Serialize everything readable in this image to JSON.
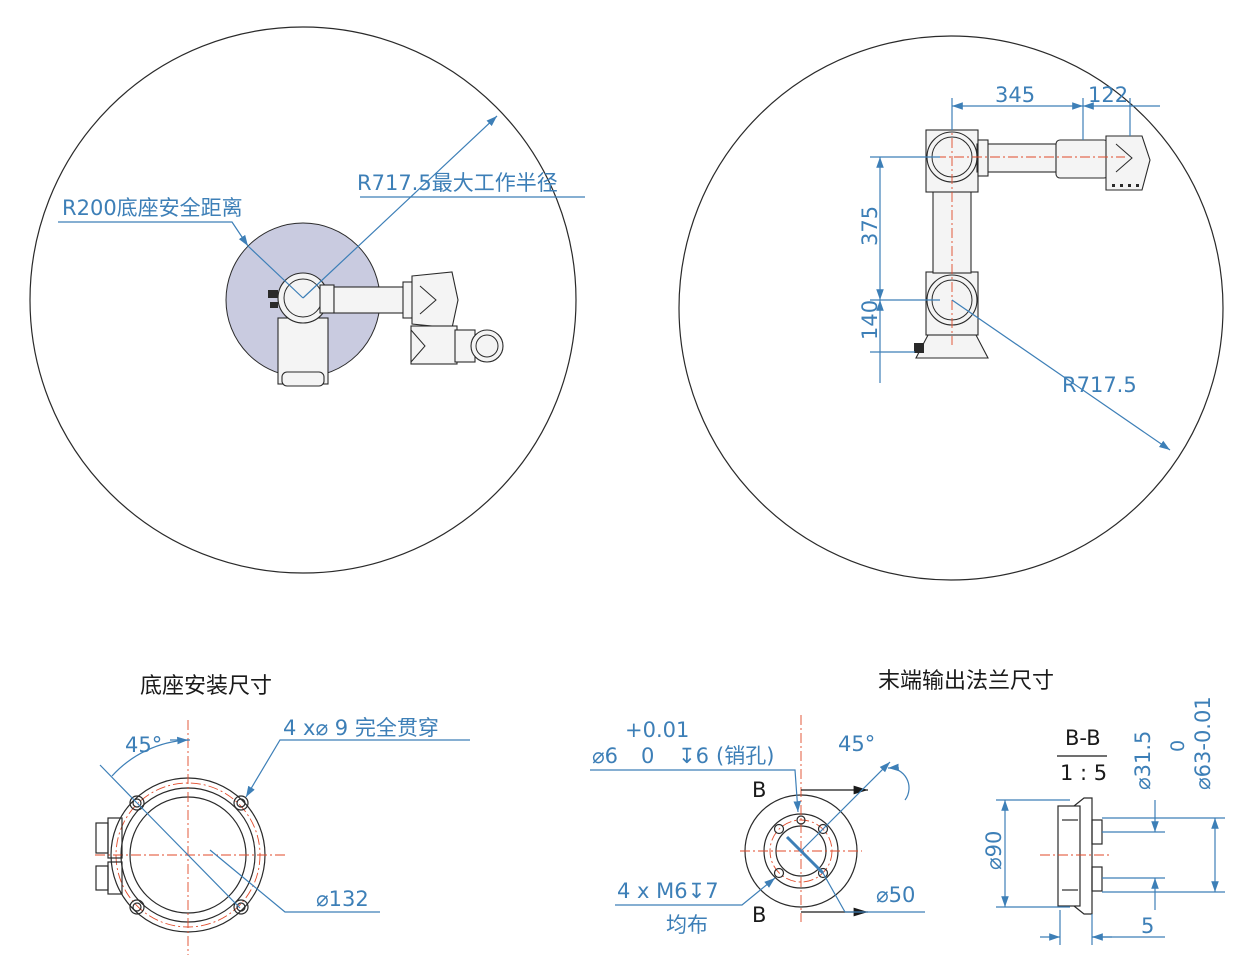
{
  "top_left_view": {
    "label_safety": "R200底座安全距离",
    "label_max_radius": "R717.5最大工作半径"
  },
  "top_right_view": {
    "dim_link1": "345",
    "dim_wrist": "122",
    "dim_link2": "375",
    "dim_base": "140",
    "label_radius": "R717.5"
  },
  "base_mount": {
    "title": "底座安装尺寸",
    "angle": "45°",
    "holes": "4 x⌀ 9 完全贯穿",
    "diameter": "⌀132"
  },
  "flange": {
    "title": "末端输出法兰尺寸",
    "tol_upper": "+0.01",
    "pin_hole_a": "⌀6",
    "pin_hole_b": "0",
    "pin_hole_c": "↧6",
    "pin_hole_d": "(销孔)",
    "angle": "45°",
    "section_b_top": "B",
    "section_b_bottom": "B",
    "thread": "4 x M6↧7",
    "thread_note": "均布",
    "diameter": "⌀50"
  },
  "section": {
    "label": "B-B",
    "scale": "1 : 5",
    "dim_d90": "⌀90",
    "dim_d315": "⌀31.5",
    "dim_tol_zero": "0",
    "dim_d63": "⌀63-0.01",
    "dim_5": "5"
  }
}
